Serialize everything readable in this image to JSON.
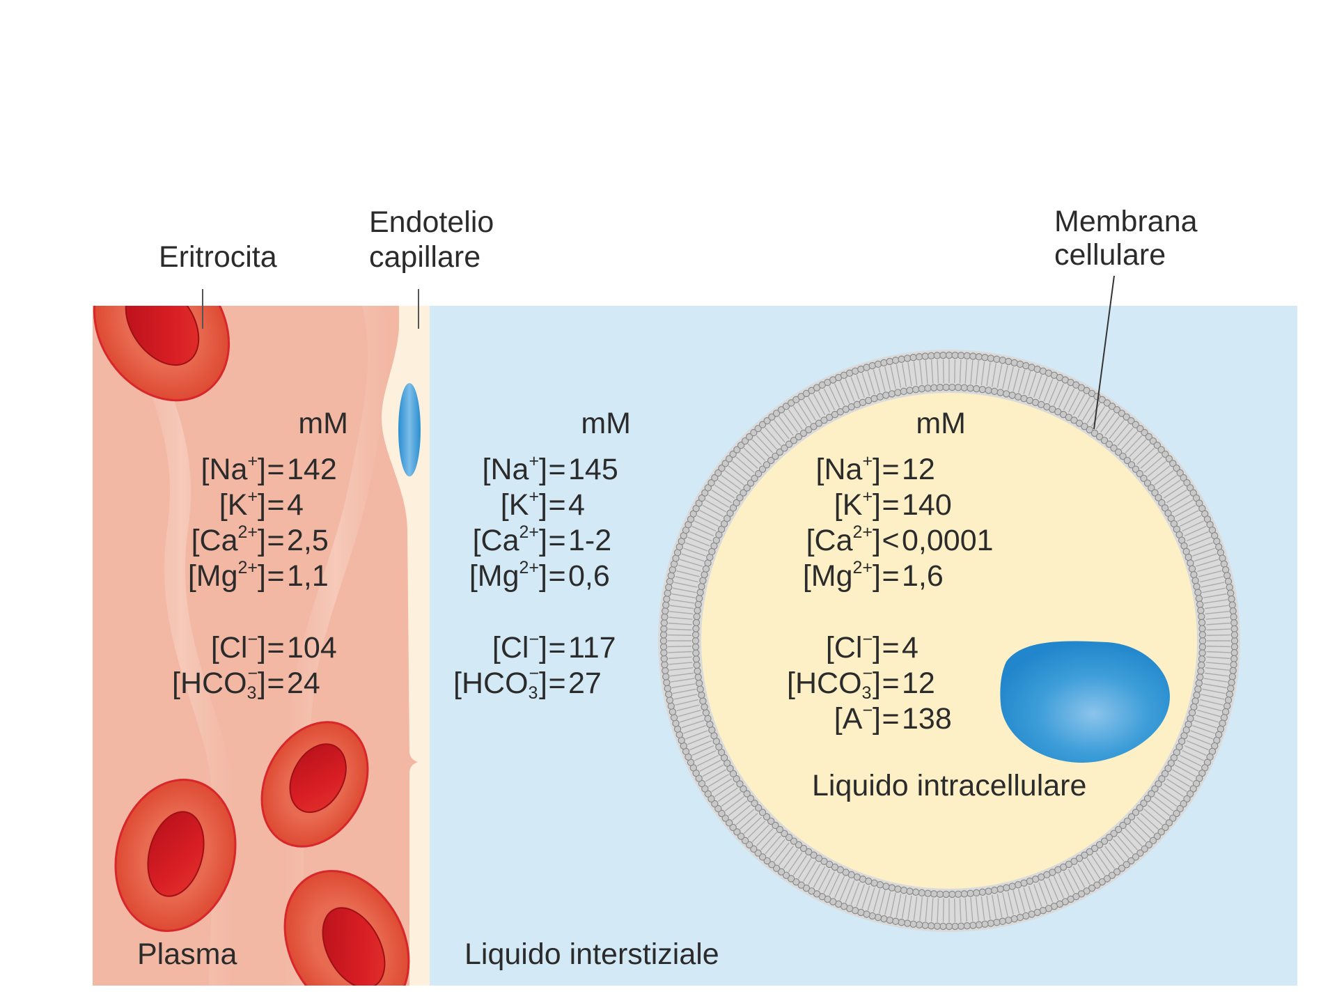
{
  "labels": {
    "erythrocyte": "Eritrocita",
    "endothelium_line1": "Endotelio",
    "endothelium_line2": "capillare",
    "membrane_line1": "Membrana",
    "membrane_line2": "cellulare",
    "plasma": "Plasma",
    "interstitial": "Liquido interstiziale",
    "intracellular": "Liquido intracellulare"
  },
  "unit": "mM",
  "compartments": {
    "plasma": {
      "name": "Plasma",
      "rows": [
        {
          "ion": "Na",
          "charge": "+",
          "sub": "",
          "op": "=",
          "value": "142"
        },
        {
          "ion": "K",
          "charge": "+",
          "sub": "",
          "op": "=",
          "value": "4"
        },
        {
          "ion": "Ca",
          "charge": "2+",
          "sub": "",
          "op": "=",
          "value": "2,5"
        },
        {
          "ion": "Mg",
          "charge": "2+",
          "sub": "",
          "op": "=",
          "value": "1,1"
        },
        {
          "ion": "Cl",
          "charge": "−",
          "sub": "",
          "op": "=",
          "value": "104"
        },
        {
          "ion": "HCO",
          "charge": "−",
          "sub": "3",
          "op": "=",
          "value": "24"
        }
      ]
    },
    "interstitial": {
      "name": "Liquido interstiziale",
      "rows": [
        {
          "ion": "Na",
          "charge": "+",
          "sub": "",
          "op": "=",
          "value": "145"
        },
        {
          "ion": "K",
          "charge": "+",
          "sub": "",
          "op": "=",
          "value": "4"
        },
        {
          "ion": "Ca",
          "charge": "2+",
          "sub": "",
          "op": "=",
          "value": "1-2"
        },
        {
          "ion": "Mg",
          "charge": "2+",
          "sub": "",
          "op": "=",
          "value": "0,6"
        },
        {
          "ion": "Cl",
          "charge": "−",
          "sub": "",
          "op": "=",
          "value": "117"
        },
        {
          "ion": "HCO",
          "charge": "−",
          "sub": "3",
          "op": "=",
          "value": "27"
        }
      ]
    },
    "intracellular": {
      "name": "Liquido intracellulare",
      "rows": [
        {
          "ion": "Na",
          "charge": "+",
          "sub": "",
          "op": "=",
          "value": "12"
        },
        {
          "ion": "K",
          "charge": "+",
          "sub": "",
          "op": "=",
          "value": "140"
        },
        {
          "ion": "Ca",
          "charge": "2+",
          "sub": "",
          "op": "<",
          "value": "0,0001"
        },
        {
          "ion": "Mg",
          "charge": "2+",
          "sub": "",
          "op": "=",
          "value": "1,6"
        },
        {
          "ion": "Cl",
          "charge": "−",
          "sub": "",
          "op": "=",
          "value": "4"
        },
        {
          "ion": "HCO",
          "charge": "−",
          "sub": "3",
          "op": "=",
          "value": "12"
        },
        {
          "ion": "A",
          "charge": "−",
          "sub": "",
          "op": "=",
          "value": "138"
        }
      ]
    }
  },
  "colors": {
    "plasma": "#F2B8A4",
    "endothelium": "#FDF0DD",
    "interstitial": "#D3E9F5",
    "cytoplasm": "#FDF0C6",
    "membrane": "#9E9E9E",
    "nucleus": "#2E95D3",
    "erythrocyte_rim": "#E2553F",
    "erythrocyte_center": "#D11A1F",
    "text": "#2B2B2B"
  }
}
